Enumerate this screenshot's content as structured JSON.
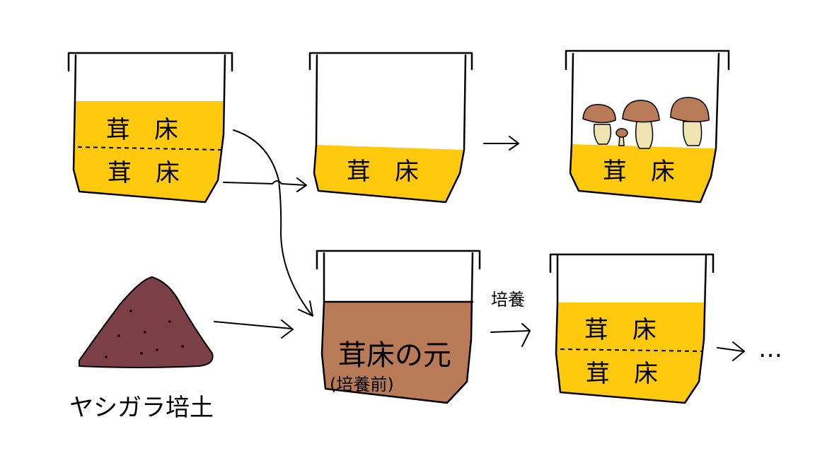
{
  "labels": {
    "bed": "茸　床",
    "bed_origin": "茸床の元",
    "pre_culture": "(培養前)",
    "cultivation": "培養",
    "coir_soil": "ヤシガラ培土",
    "ellipsis": "…"
  },
  "colors": {
    "bed_yellow": "#FFC90E",
    "origin_brown": "#B97A57",
    "soil_dark": "#7B3F46",
    "mushroom_cap": "#B97A57",
    "mushroom_stem": "#EFE4B0"
  }
}
